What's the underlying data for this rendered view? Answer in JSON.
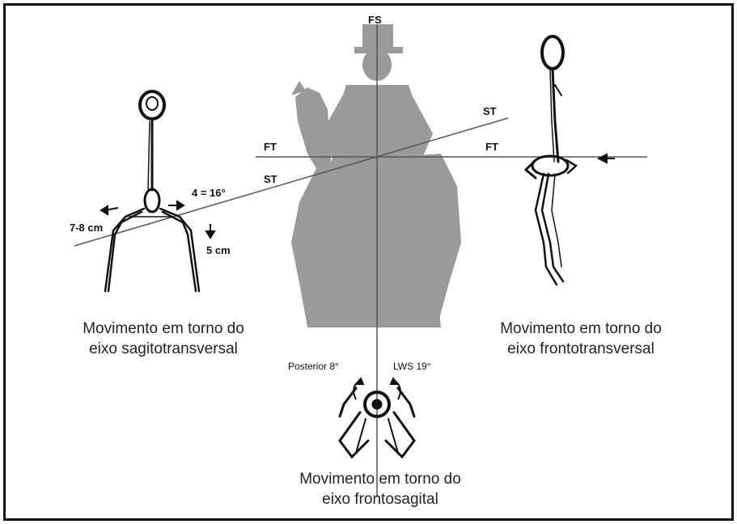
{
  "axes": {
    "fs": "FS",
    "st_top": "ST",
    "ft_right": "FT",
    "ft_left": "FT",
    "st_left": "ST"
  },
  "measurements": {
    "angle": "4 = 16°",
    "lateral": "7-8 cm",
    "vertical": "5 cm",
    "posterior": "Posterior 8°",
    "lws": "LWS 19°"
  },
  "captions": {
    "left": [
      "Movimento em torno do",
      "eixo sagitotransversal"
    ],
    "right": [
      "Movimento em torno do",
      "eixo frontotransversal"
    ],
    "bottom": [
      "Movimento em torno do",
      "eixo frontosagital"
    ]
  },
  "colors": {
    "frame": "#111111",
    "axis_line": "#555555",
    "rider_silhouette": "#9a9a9a",
    "figure_ink": "#111111"
  }
}
